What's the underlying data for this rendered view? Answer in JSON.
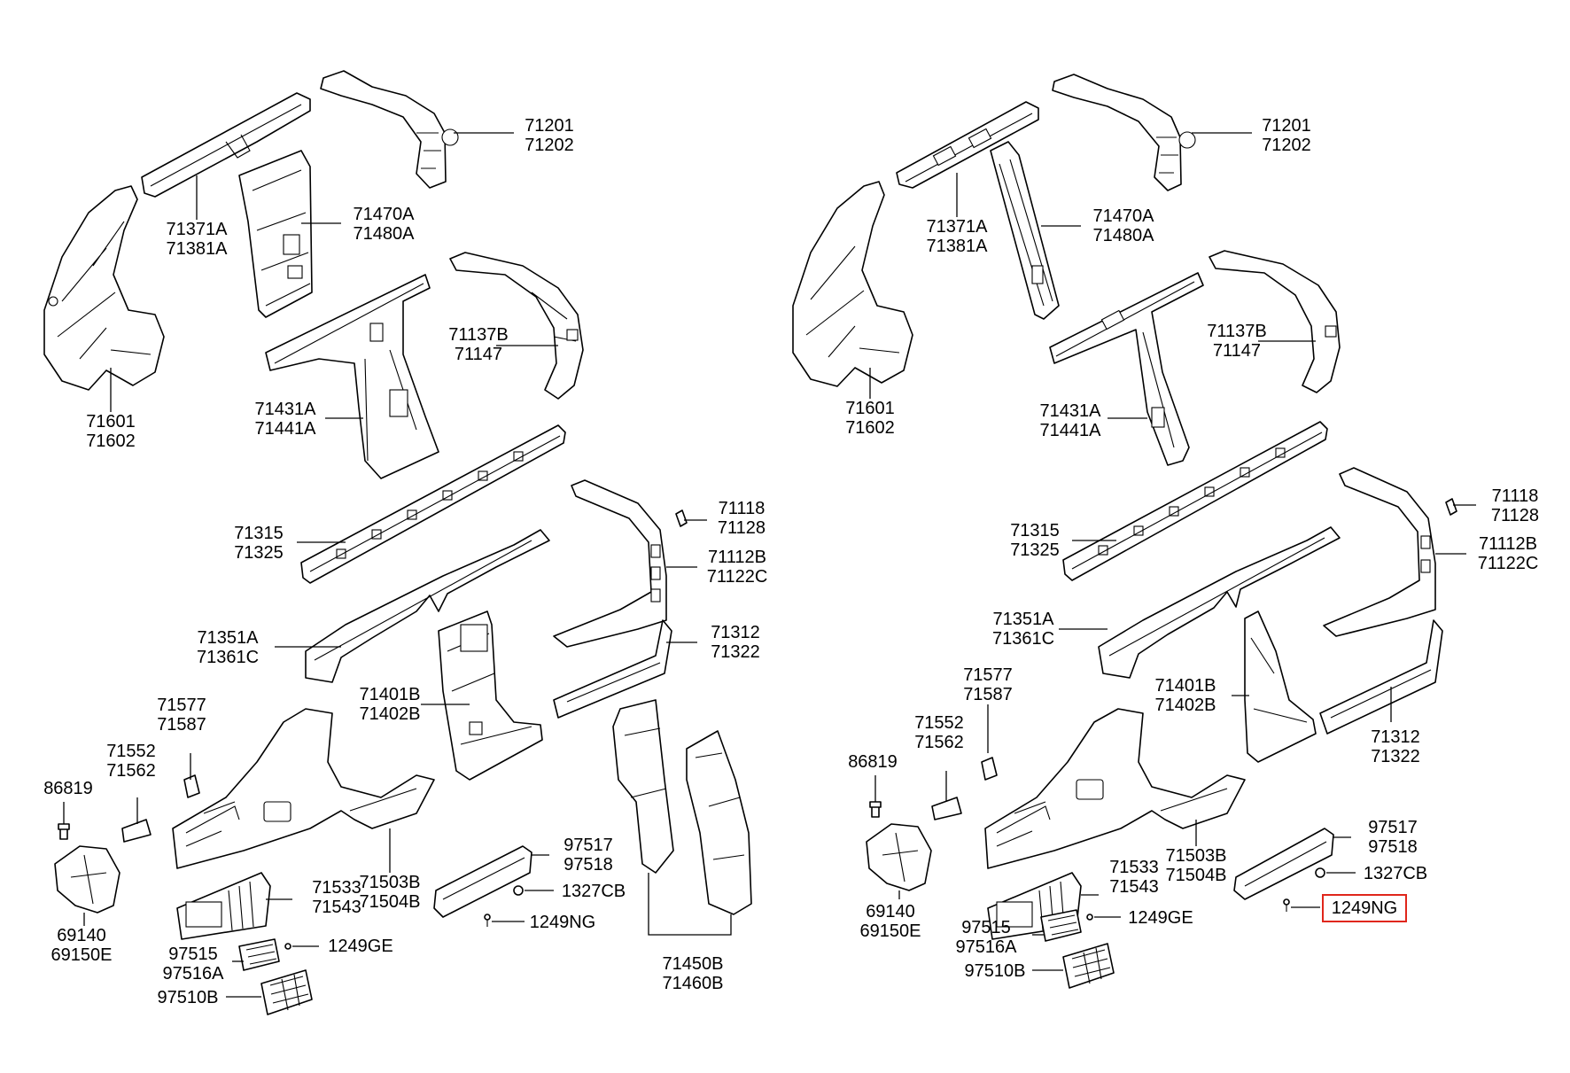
{
  "highlight_color": "#e0261b",
  "left": {
    "l1": [
      "71201",
      "71202"
    ],
    "l2": [
      "71371A",
      "71381A"
    ],
    "l3": [
      "71470A",
      "71480A"
    ],
    "l4": [
      "71137B",
      "71147"
    ],
    "l5": [
      "71601",
      "71602"
    ],
    "l6": [
      "71431A",
      "71441A"
    ],
    "l7": [
      "71118",
      "71128"
    ],
    "l8": [
      "71315",
      "71325"
    ],
    "l9": [
      "71112B",
      "71122C"
    ],
    "l10": [
      "71312",
      "71322"
    ],
    "l11": [
      "71351A",
      "71361C"
    ],
    "l12": [
      "71401B",
      "71402B"
    ],
    "l13": [
      "71577",
      "71587"
    ],
    "l14": [
      "71552",
      "71562"
    ],
    "l15": [
      "86819"
    ],
    "l16": [
      "97517",
      "97518"
    ],
    "l17": [
      "71503B",
      "71504B"
    ],
    "l18": [
      "1327CB"
    ],
    "l19": [
      "71533",
      "71543"
    ],
    "l20": [
      "69140",
      "69150E"
    ],
    "l21": [
      "1249NG"
    ],
    "l22": [
      "97515",
      "97516A"
    ],
    "l23": [
      "1249GE"
    ],
    "l24": [
      "71450B",
      "71460B"
    ],
    "l25": [
      "97510B"
    ]
  },
  "right": {
    "r1": [
      "71201",
      "71202"
    ],
    "r2": [
      "71371A",
      "71381A"
    ],
    "r3": [
      "71470A",
      "71480A"
    ],
    "r4": [
      "71137B",
      "71147"
    ],
    "r5": [
      "71601",
      "71602"
    ],
    "r6": [
      "71431A",
      "71441A"
    ],
    "r7": [
      "71118",
      "71128"
    ],
    "r8": [
      "71315",
      "71325"
    ],
    "r9": [
      "71112B",
      "71122C"
    ],
    "r10": [
      "71351A",
      "71361C"
    ],
    "r11": [
      "71577",
      "71587"
    ],
    "r12": [
      "71401B",
      "71402B"
    ],
    "r13": [
      "71552",
      "71562"
    ],
    "r14": [
      "71312",
      "71322"
    ],
    "r15": [
      "86819"
    ],
    "r16": [
      "97517",
      "97518"
    ],
    "r17": [
      "71533",
      "71543"
    ],
    "r18": [
      "71503B",
      "71504B"
    ],
    "r19": [
      "1327CB"
    ],
    "r20": [
      "69140",
      "69150E"
    ],
    "r21": [
      "1249NG"
    ],
    "r22": [
      "97515",
      "97516A"
    ],
    "r23": [
      "1249GE"
    ],
    "r24": [
      "97510B"
    ]
  }
}
